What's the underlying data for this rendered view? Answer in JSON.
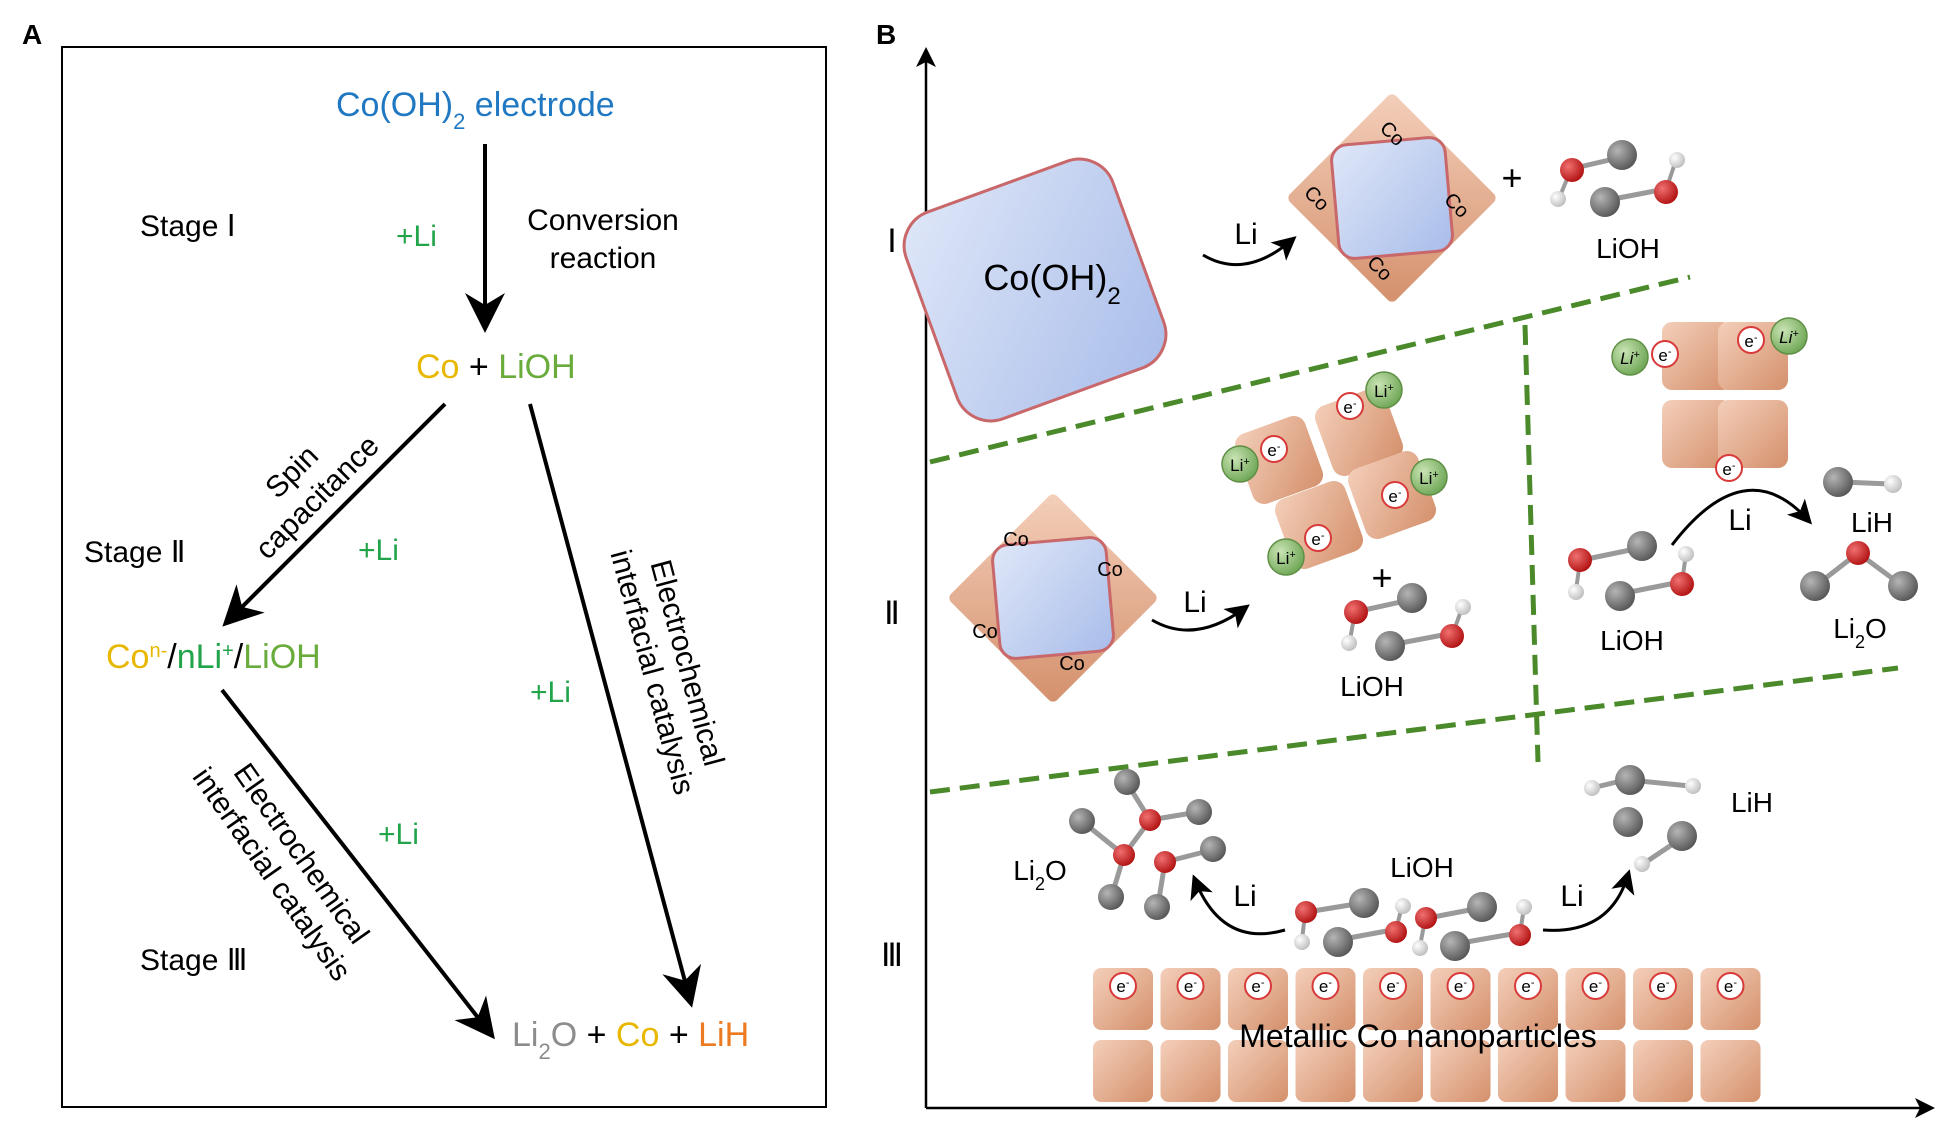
{
  "colors": {
    "blue": "#1f78c1",
    "green": "#22a44a",
    "lightgreen": "#6aac3c",
    "yellow": "#e8b800",
    "orange": "#ec7a20",
    "gray": "#8c8c8c",
    "dashed": "#4a8a2a"
  },
  "panelA": {
    "label": "A",
    "electrode": "Co(OH)",
    "electrode_sub": "2",
    "electrode_tail": " electrode",
    "stage1": "Stage Ⅰ",
    "stage2": "Stage Ⅱ",
    "stage3": "Stage Ⅲ",
    "plus_li": "+Li",
    "conversion_1": "Conversion",
    "conversion_2": "reaction",
    "co": "Co",
    "plus": " + ",
    "lioh": "LiOH",
    "spin_1": "Spin",
    "spin_2": "capacitance",
    "coN_co": "Co",
    "coN_sup": "n-",
    "coN_slash1": "/",
    "coN_nli": "nLi",
    "coN_plus": "+",
    "coN_slash2": "/",
    "coN_lioh": "LiOH",
    "eic_1": "Electrochemical",
    "eic_2": "interfacial catalysis",
    "li2o_a": "Li",
    "li2o_sub": "2",
    "li2o_b": "O",
    "lih": "LiH"
  },
  "panelB": {
    "label": "B",
    "roman1": "Ⅰ",
    "roman2": "Ⅱ",
    "roman3": "Ⅲ",
    "coOH2": "Co(OH)",
    "coOH2_sub": "2",
    "li": "Li",
    "co": "Co",
    "plus": "+",
    "lioh": "LiOH",
    "lih": "LiH",
    "li2o_a": "Li",
    "li2o_sub": "2",
    "li2o_b": "O",
    "electron": "e",
    "electron_sup": "-",
    "li_ion": "Li",
    "li_ion_sup": "+",
    "metallic": "Metallic Co nanoparticles"
  }
}
